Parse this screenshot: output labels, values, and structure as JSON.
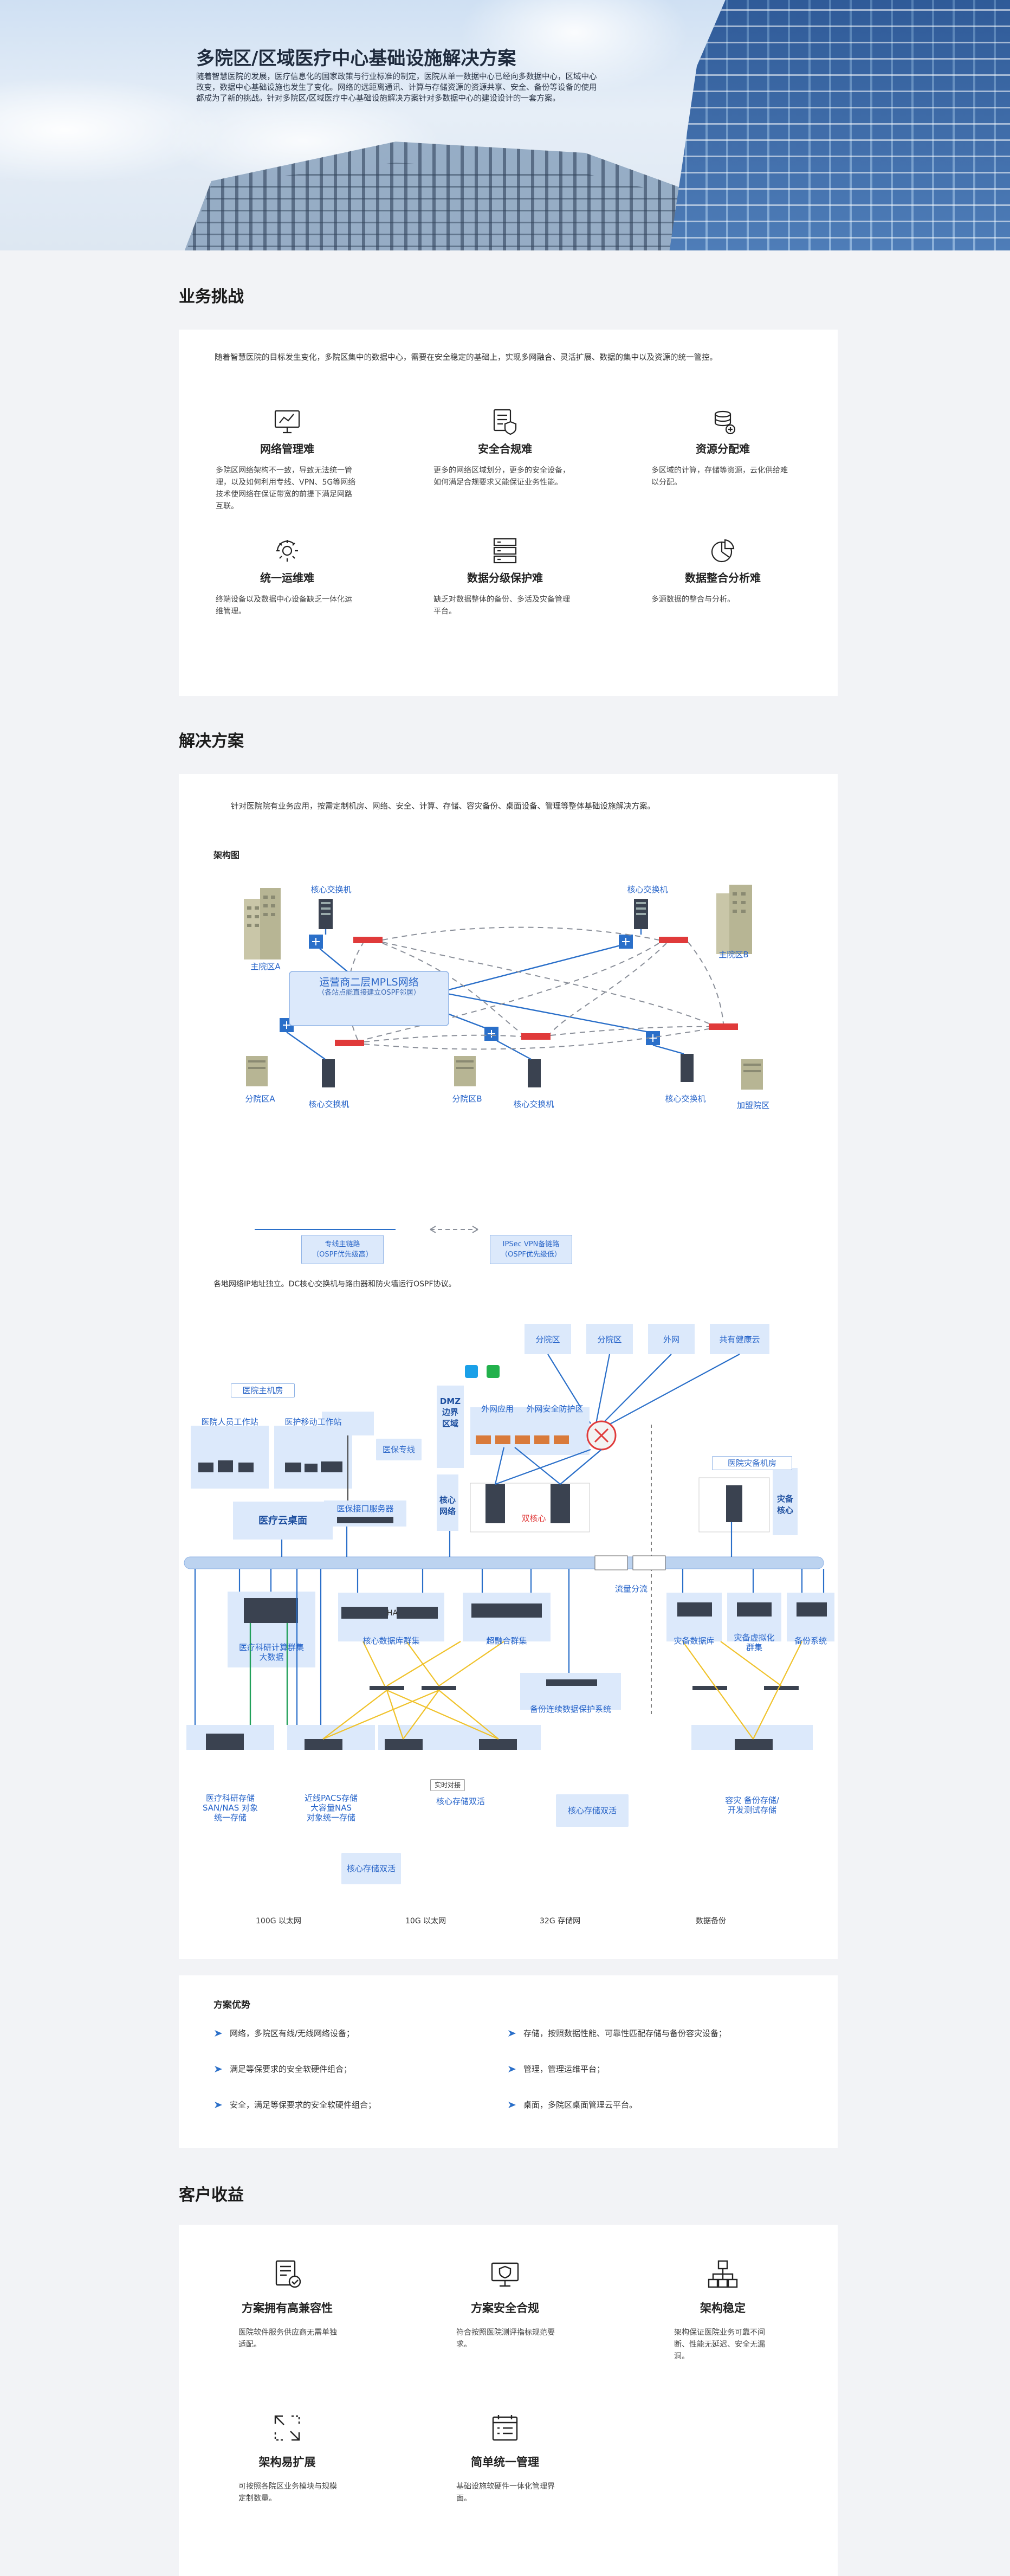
{
  "hero": {
    "title": "多院区/区域医疗中心基础设施解决方案",
    "desc": "随着智慧医院的发展，医疗信息化的国家政策与行业标准的制定，医院从单一数据中心已经向多数据中心，区域中心改变，数据中心基础设施也发生了变化。网络的远距离通讯、计算与存储资源的资源共享、安全、备份等设备的使用都成为了新的挑战。针对多院区/区域医疗中心基础设施解决方案针对多数据中心的建设设计的一套方案。"
  },
  "challenges": {
    "section_title": "业务挑战",
    "intro": "随着智慧医院的目标发生变化，多院区集中的数据中心，需要在安全稳定的基础上，实现多网融合、灵活扩展、数据的集中以及资源的统一管控。",
    "items": [
      {
        "icon": "network-monitor-icon",
        "title": "网络管理难",
        "desc": "多院区网络架构不一致，导致无法统一管理，以及如何利用专线、VPN、5G等网络技术使网络在保证带宽的前提下满足网路互联。"
      },
      {
        "icon": "shield-document-icon",
        "title": "安全合规难",
        "desc": "更多的网络区域划分，更多的安全设备，如何满足合规要求又能保证业务性能。"
      },
      {
        "icon": "resource-sync-icon",
        "title": "资源分配难",
        "desc": "多区域的计算，存储等资源，云化供给难以分配。"
      },
      {
        "icon": "ops-gear-icon",
        "title": "统一运维难",
        "desc": "终端设备以及数据中心设备缺乏一体化运维管理。"
      },
      {
        "icon": "server-rack-icon",
        "title": "数据分级保护难",
        "desc": "缺乏对数据整体的备份、多活及灾备管理平台。"
      },
      {
        "icon": "pie-analysis-icon",
        "title": "数据整合分析难",
        "desc": "多源数据的整合与分析。"
      }
    ]
  },
  "solution": {
    "section_title": "解决方案",
    "intro": "针对医院院有业务应用，按需定制机房、网络、安全、计算、存储、容灾备份、桌面设备、管理等整体基础设施解决方案。",
    "arch_title": "架构图",
    "d1": {
      "core_switch": "核心交换机",
      "main_a": "主院区A",
      "main_b": "主院区B",
      "mpls_title": "运营商二层MPLS网络",
      "mpls_sub": "（各站点能直接建立OSPF邻居）",
      "branch_a": "分院区A",
      "branch_b": "分院区B",
      "branch_c": "加盟院区",
      "legend_line": "专线主链路\n（OSPF优先级高）",
      "legend_vpn": "IPSec VPN备链路\n（OSPF优先级低）",
      "note": "各地网络IP地址独立。DC核心交换机与路由器和防火墙运行OSPF协议。"
    },
    "d2": {
      "branches": [
        "分院区",
        "分院区",
        "外网",
        "共有健康云"
      ],
      "host_room": "医院主机房",
      "staff_ws": "医院人员工作站",
      "mobile_ws": "医护移动工作站",
      "dmz": "DMZ\n边界\n区域",
      "ext_app": "外网应用",
      "ext_sec": "外网安全防护区",
      "medical_line": "医保专线",
      "cloud_desktop": "医疗云桌面",
      "med_server": "医保接口服务器",
      "core_net": "核心\n网络",
      "dual_core": "双核心",
      "dr_room": "医院灾备机房",
      "dr_core": "灾备\n核心",
      "flow": "流量分流",
      "research": "医疗科研计算群集\n大数据",
      "ha": "HA",
      "core_db": "核心数据库群集",
      "hyper": "超融合群集",
      "dr_db": "灾备数据库",
      "dr_virt": "灾备虚拟化\n群集",
      "backup_sys": "备份系统",
      "backup_link": "备份连续数据保护系统",
      "san": "医疗科研存储\nSAN/NAS 对象\n统一存储",
      "pacs": "近线PACS存储\n大容量NAS\n对象统一存储",
      "core_store": "核心存储双活",
      "realtime": "实时对接",
      "core_store2": "核心存储双活",
      "core_store3": "核心存储双活",
      "dr_store": "容灾 备份存储/\n开发测试存储",
      "legend": [
        "100G 以太网",
        "10G 以太网",
        "32G 存储网",
        "数据备份"
      ]
    },
    "advantages": {
      "title": "方案优势",
      "items": [
        "网络，多院区有线/无线网络设备；",
        "存储，按照数据性能、可靠性匹配存储与备份容灾设备；",
        "满足等保要求的安全软硬件组合；",
        "管理，管理运维平台；",
        "安全，满足等保要求的安全软硬件组合；",
        "桌面，多院区桌面管理云平台。"
      ]
    }
  },
  "benefits": {
    "section_title": "客户收益",
    "items": [
      {
        "icon": "document-check-icon",
        "title": "方案拥有高兼容性",
        "desc": "医院软件服务供应商无需单独适配。"
      },
      {
        "icon": "secure-monitor-icon",
        "title": "方案安全合规",
        "desc": "符合按照医院测评指标规范要求。"
      },
      {
        "icon": "hierarchy-icon",
        "title": "架构稳定",
        "desc": "架构保证医院业务可靠不间断、性能无延迟、安全无漏洞。"
      },
      {
        "icon": "expand-arrows-icon",
        "title": "架构易扩展",
        "desc": "可按照各院区业务模块与规模定制数量。"
      },
      {
        "icon": "calendar-list-icon",
        "title": "简单统一管理",
        "desc": "基础设施软硬件一体化管理界面。"
      }
    ]
  },
  "colors": {
    "accent": "#2563c9",
    "green": "#22a05a",
    "yellow": "#f0c22a",
    "red": "#e03a3a"
  }
}
